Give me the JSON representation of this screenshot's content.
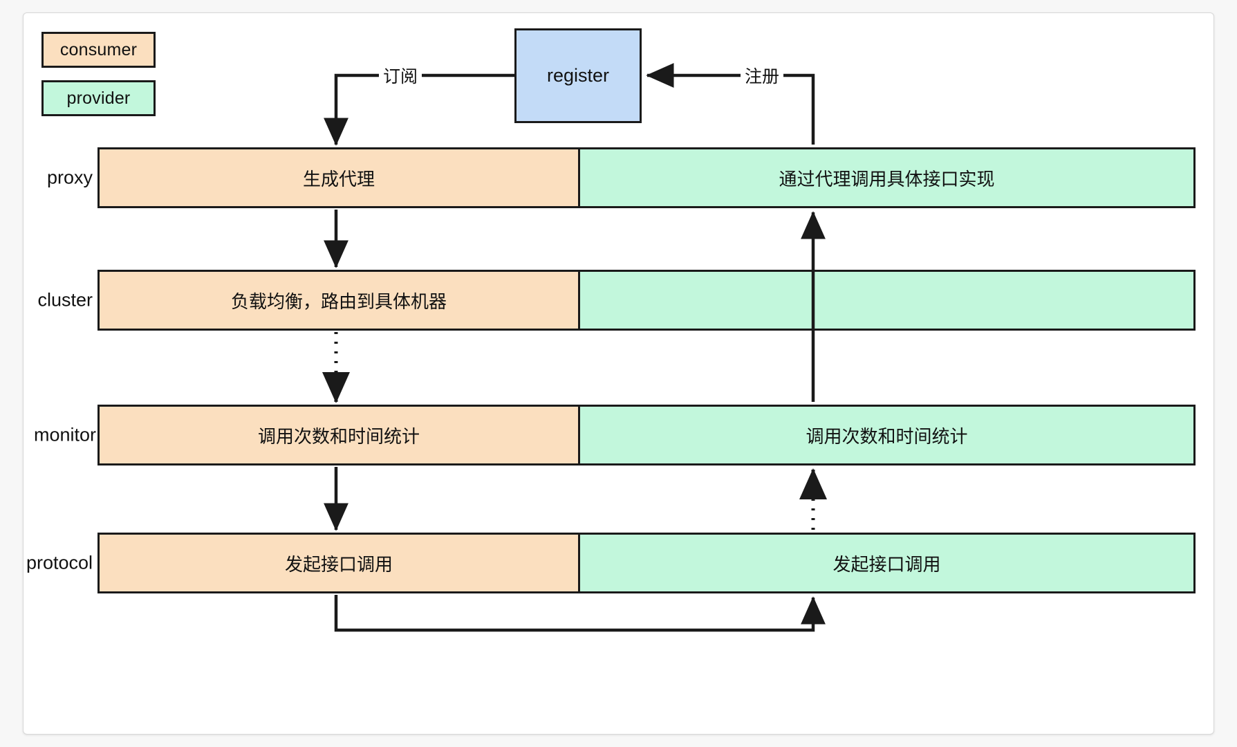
{
  "diagram": {
    "title_legend": {
      "consumer": "consumer",
      "provider": "provider"
    },
    "register_node": {
      "label": "register",
      "fill": "#c3dbf7",
      "stroke": "#1a1a1a"
    },
    "colors": {
      "consumer_fill": "#fbdfbf",
      "provider_fill": "#c2f7dc",
      "register_fill": "#c3dbf7",
      "stroke": "#1a1a1a",
      "canvas_bg": "#ffffff",
      "page_bg": "#f7f7f7"
    },
    "layers": [
      {
        "name": "proxy",
        "label": "proxy",
        "consumer_text": "生成代理",
        "provider_text": "通过代理调用具体接口实现"
      },
      {
        "name": "cluster",
        "label": "cluster",
        "consumer_text": "负载均衡，路由到具体机器",
        "provider_text": ""
      },
      {
        "name": "monitor",
        "label": "monitor",
        "consumer_text": "调用次数和时间统计",
        "provider_text": "调用次数和时间统计"
      },
      {
        "name": "protocol",
        "label": "protocol",
        "consumer_text": "发起接口调用",
        "provider_text": "发起接口调用"
      }
    ],
    "edges": [
      {
        "id": "subscribe",
        "label": "订阅",
        "from": "register",
        "to": "proxy-consumer",
        "style": "solid"
      },
      {
        "id": "register",
        "label": "注册",
        "from": "proxy-provider",
        "to": "register",
        "style": "solid"
      },
      {
        "id": "proxy-to-cluster",
        "label": "",
        "from": "proxy-consumer",
        "to": "cluster-consumer",
        "style": "solid"
      },
      {
        "id": "cluster-to-monitor",
        "label": "",
        "from": "cluster-consumer",
        "to": "monitor-consumer",
        "style": "dotted"
      },
      {
        "id": "monitor-to-protocol",
        "label": "",
        "from": "monitor-consumer",
        "to": "protocol-consumer",
        "style": "solid"
      },
      {
        "id": "protocol-consumer-to-protocol-provider",
        "label": "",
        "from": "protocol-consumer",
        "to": "protocol-provider",
        "style": "solid"
      },
      {
        "id": "protocol-to-monitor-provider",
        "label": "",
        "from": "protocol-provider",
        "to": "monitor-provider",
        "style": "dotted"
      },
      {
        "id": "monitor-to-proxy-provider",
        "label": "",
        "from": "monitor-provider",
        "to": "proxy-provider",
        "style": "solid"
      }
    ]
  }
}
